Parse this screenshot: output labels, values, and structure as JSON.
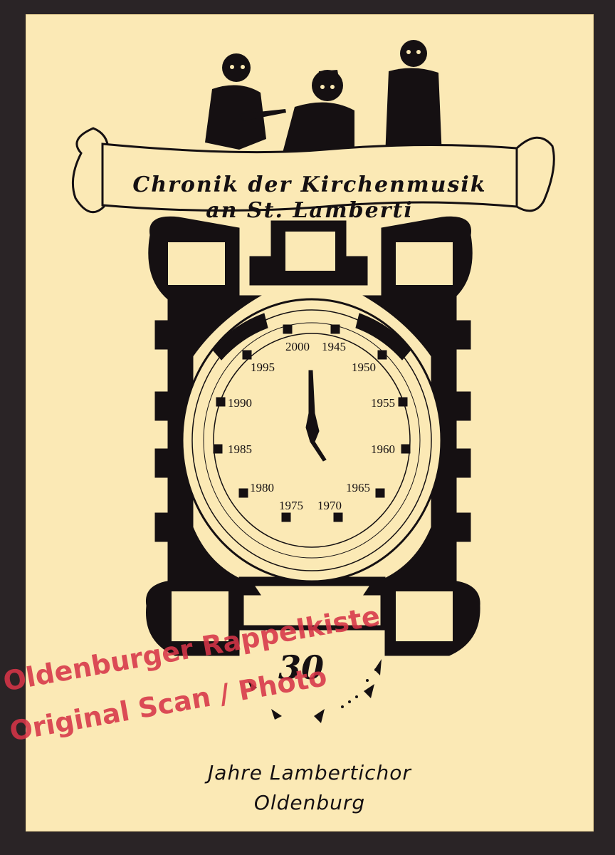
{
  "cover": {
    "title_line1": "Chronik der Kirchenmusik",
    "title_line2": "an St. Lamberti",
    "years": [
      "2000",
      "1945",
      "1995",
      "1950",
      "1990",
      "1955",
      "1985",
      "1960",
      "1980",
      "1965",
      "1975",
      "1970"
    ],
    "number": "30",
    "subtitle_line1": "Jahre Lambertichor",
    "subtitle_line2": "Oldenburg",
    "stamp_line1": "Oldenburger Rappelkiste",
    "stamp_line2": "Original Scan / Photo",
    "colors": {
      "paper": "#fbe9b5",
      "ink": "#151012",
      "stamp": "#d63448",
      "background": "#2a2426"
    }
  }
}
